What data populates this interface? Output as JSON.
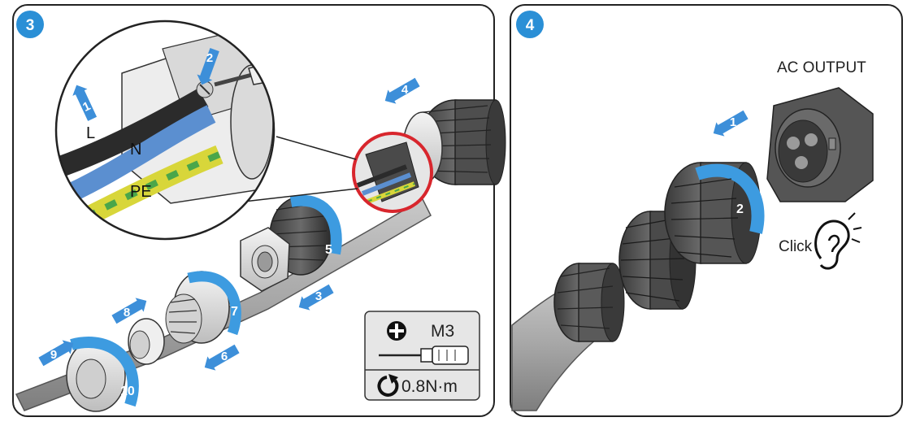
{
  "panel_left": {
    "step_badge": "3",
    "wire_labels": {
      "live": "L",
      "neutral": "N",
      "earth": "PE"
    },
    "arrows": [
      "1",
      "2",
      "3",
      "4",
      "5",
      "6",
      "7",
      "8",
      "9",
      "10"
    ],
    "spec_box": {
      "screw_size": "M3",
      "torque": "0.8N·m"
    }
  },
  "panel_right": {
    "step_badge": "4",
    "port_label": "AC OUTPUT",
    "arrows": [
      "1",
      "2"
    ],
    "click_label": "Click"
  },
  "colors": {
    "step_badge": "#2a8fd6",
    "step_arrow": "#3d8fd9",
    "rotation_band": "#3d9be0",
    "highlight_ring": "#d8262d",
    "cable": "#a8a8a8",
    "connector": "#4a4a4a",
    "wire_live": "#2b2b2b",
    "wire_neutral": "#5b8fd0",
    "wire_earth_yellow": "#d8d63a",
    "wire_earth_green": "#4aa64a"
  },
  "icons": [
    "screwdriver-icon",
    "phillips-head-icon",
    "torque-rotate-icon",
    "ear-icon"
  ]
}
